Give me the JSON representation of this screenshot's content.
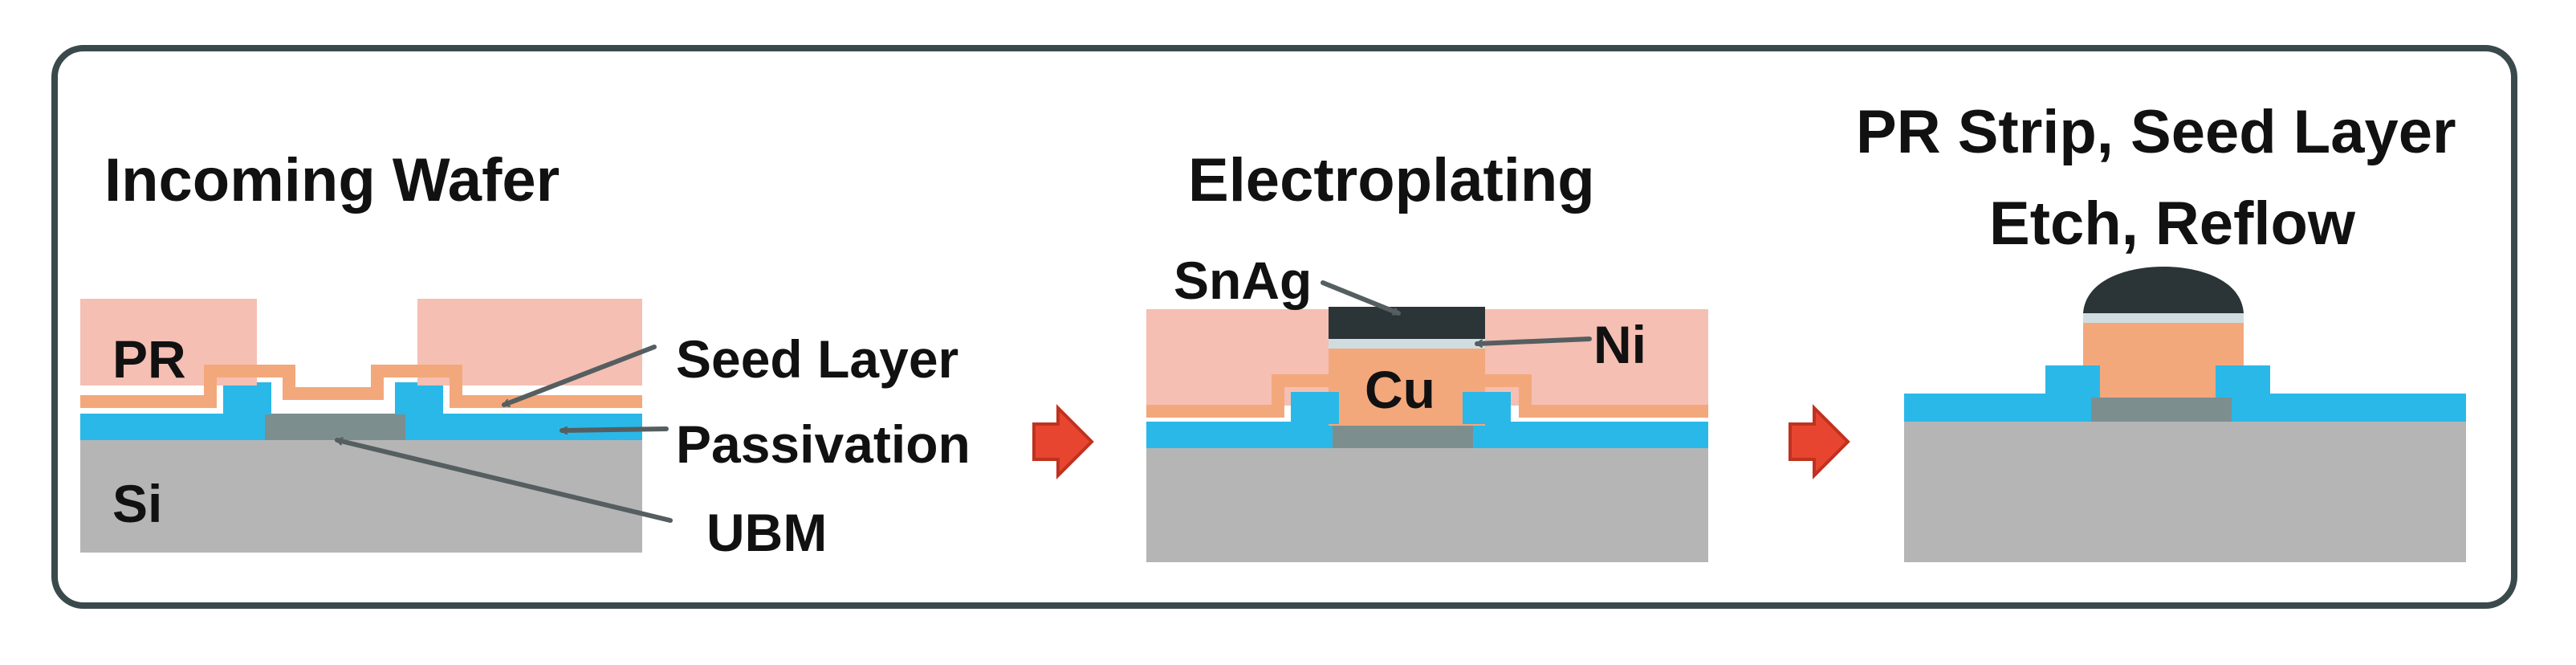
{
  "colors": {
    "frame": "#3a4a4c",
    "photoresist": "#f5bfb3",
    "seed_layer": "#f3a87c",
    "passivation": "#2ab8e8",
    "silicon": "#b5b5b5",
    "ubm": "#7d8e8f",
    "copper": "#f3a87c",
    "nickel": "#cfdde0",
    "solder": "#2b3537",
    "arrow_fill": "#e84530",
    "arrow_stroke": "#c0321f",
    "pointer": "#555e60"
  },
  "panels": [
    {
      "title": "Incoming Wafer",
      "labels": {
        "pr": "PR",
        "si": "Si",
        "seed_layer": "Seed Layer",
        "passivation": "Passivation",
        "ubm": "UBM"
      }
    },
    {
      "title": "Electroplating",
      "labels": {
        "snag": "SnAg",
        "ni": "Ni",
        "cu": "Cu"
      }
    },
    {
      "title_lines": [
        "PR Strip, Seed Layer",
        "Etch, Reflow"
      ]
    }
  ],
  "step_arrows": [
    "right-arrow-icon",
    "right-arrow-icon"
  ]
}
